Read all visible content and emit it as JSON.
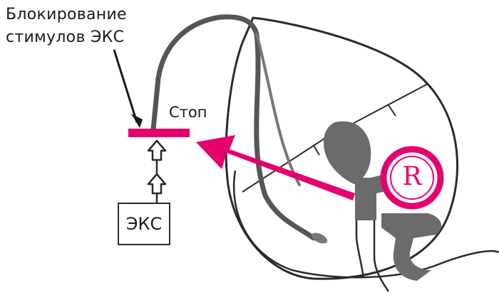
{
  "labels": {
    "title_line1": "Блокирование",
    "title_line2": "стимулов ЭКС",
    "stop": "Стоп",
    "device": "ЭКС",
    "r_marker": "R"
  },
  "colors": {
    "accent": "#e6006e",
    "line": "#2a2a2a",
    "lead_gray": "#6b6b6b",
    "lead_light": "#8c8c8c"
  },
  "icons": [
    "up-arrow-icon",
    "pointer-arrow-icon",
    "r-circle-icon"
  ]
}
